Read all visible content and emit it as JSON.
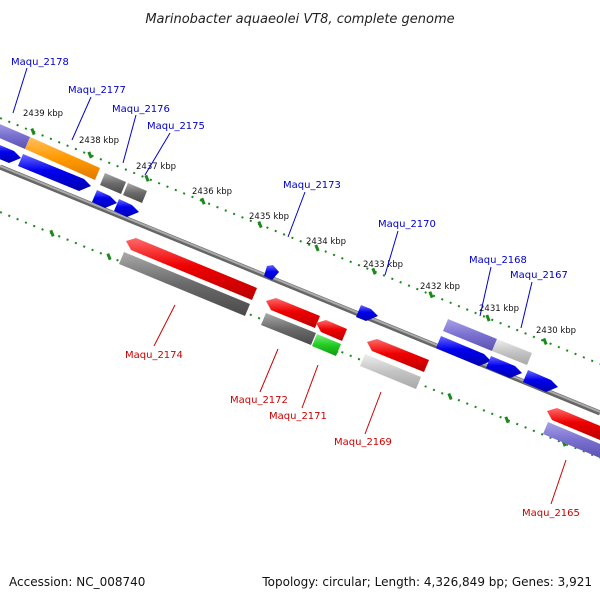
{
  "title": "Marinobacter aquaeolei VT8, complete genome",
  "footer": {
    "accession": "Accession: NC_008740",
    "summary": "Topology: circular; Length: 4,326,849 bp; Genes: 3,921"
  },
  "colors": {
    "forward_label": "#0000cc",
    "reverse_label": "#cc0000",
    "backbone": "#888888",
    "tick_dots": "#1a8a1a"
  },
  "scale_labels": [
    "2439 kbp",
    "2438 kbp",
    "2437 kbp",
    "2436 kbp",
    "2435 kbp",
    "2434 kbp",
    "2433 kbp",
    "2432 kbp",
    "2431 kbp",
    "2430 kbp"
  ],
  "forward_genes": [
    "Maqu_2178",
    "Maqu_2177",
    "Maqu_2176",
    "Maqu_2175",
    "Maqu_2173",
    "Maqu_2170",
    "Maqu_2168",
    "Maqu_2167"
  ],
  "reverse_genes": [
    "Maqu_2174",
    "Maqu_2172",
    "Maqu_2171",
    "Maqu_2169",
    "Maqu_2165"
  ]
}
